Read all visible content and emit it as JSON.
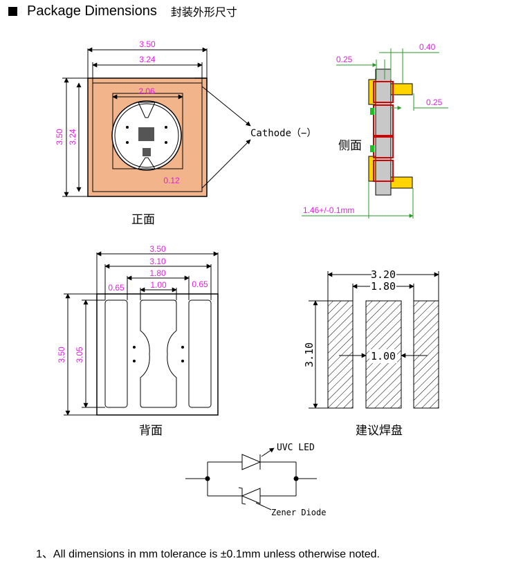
{
  "header": {
    "title_en": "Package Dimensions",
    "title_cn": "封装外形尺寸"
  },
  "front": {
    "label": "正面",
    "dim_width_outer": "3.50",
    "dim_width_inner": "3.24",
    "dim_height_outer": "3.50",
    "dim_height_inner": "3.24",
    "dim_lens": "2.06",
    "dim_corner": "0.12",
    "cathode": "Cathode（−）"
  },
  "side": {
    "label": "侧面",
    "dim_a": "0.25",
    "dim_b": "0.40",
    "dim_c": "0.25",
    "dim_height": "1.46+/-0.1mm"
  },
  "back": {
    "label": "背面",
    "dim_total": "3.50",
    "dim_outer": "3.10",
    "dim_mid": "1.80",
    "dim_center": "1.00",
    "dim_left_pad": "0.65",
    "dim_right_pad": "0.65",
    "dim_height_outer": "3.50",
    "dim_height_inner": "3.05"
  },
  "land": {
    "label": "建议焊盘",
    "dim_total": "3.20",
    "dim_mid": "1.80",
    "dim_center": "1.00",
    "dim_height": "3.10"
  },
  "circuit": {
    "led_label": "UVC LED",
    "zener_label": "Zener Diode"
  },
  "note": "1、All dimensions in mm tolerance is ±0.1mm unless otherwise noted."
}
